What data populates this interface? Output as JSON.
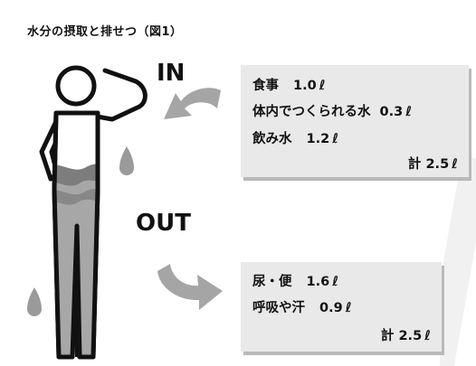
{
  "title": "水分の摂取と排せつ（図1）",
  "in_label": "IN",
  "out_label": "OUT",
  "intake": {
    "items": [
      {
        "name": "食事",
        "amount": "1.0",
        "unit": "ℓ"
      },
      {
        "name": "体内でつくられる水",
        "amount": "0.3",
        "unit": "ℓ"
      },
      {
        "name": "飲み水",
        "amount": "1.2",
        "unit": "ℓ"
      }
    ],
    "total_label": "計",
    "total_amount": "2.5",
    "total_unit": "ℓ"
  },
  "output": {
    "items": [
      {
        "name": "尿・便",
        "amount": "1.6",
        "unit": "ℓ"
      },
      {
        "name": "呼吸や汗",
        "amount": "0.9",
        "unit": "ℓ"
      }
    ],
    "total_label": "計",
    "total_amount": "2.5",
    "total_unit": "ℓ"
  },
  "colors": {
    "box_bg": "#e9e9e9",
    "box_shadow": "#b9b9b9",
    "water_gray": "#9a9a9a",
    "arrow_gray": "#a5a5a5"
  }
}
